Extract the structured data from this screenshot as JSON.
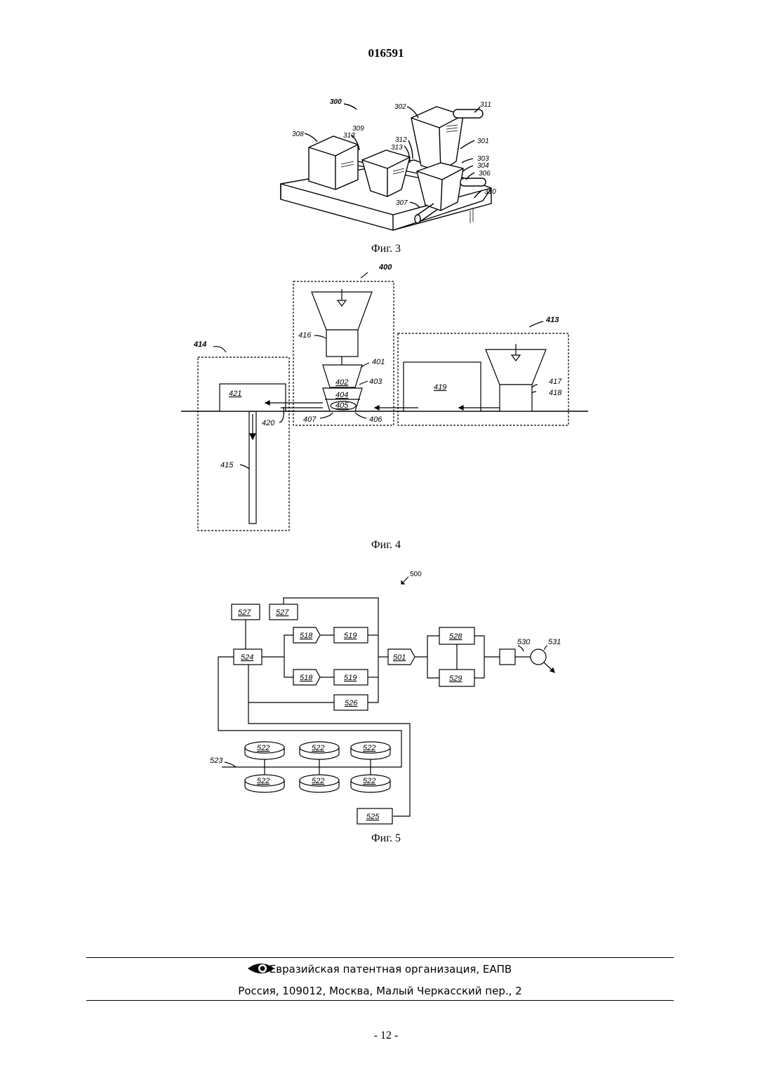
{
  "header": {
    "doc_number": "016591"
  },
  "figure3": {
    "caption": "Фиг. 3",
    "labels": [
      "300",
      "302",
      "311",
      "308",
      "309",
      "313",
      "312",
      "313",
      "301",
      "303",
      "304",
      "306",
      "307",
      "310"
    ]
  },
  "figure4": {
    "caption": "Фиг. 4",
    "labels": [
      "400",
      "414",
      "413",
      "416",
      "401",
      "402",
      "403",
      "404",
      "405",
      "406",
      "407",
      "417",
      "418",
      "419",
      "420",
      "421",
      "415"
    ]
  },
  "figure5": {
    "caption": "Фиг. 5",
    "labels": [
      "500",
      "527",
      "527",
      "518",
      "519",
      "518",
      "519",
      "524",
      "526",
      "501",
      "528",
      "529",
      "530",
      "531",
      "522",
      "522",
      "522",
      "522",
      "522",
      "522",
      "523",
      "525"
    ]
  },
  "footer": {
    "org": "Евразийская патентная организация, ЕАПВ",
    "address": "Россия, 109012, Москва, Малый Черкасский пер., 2",
    "logo_icon": "eapo-eye-logo"
  },
  "page_number": "- 12 -"
}
